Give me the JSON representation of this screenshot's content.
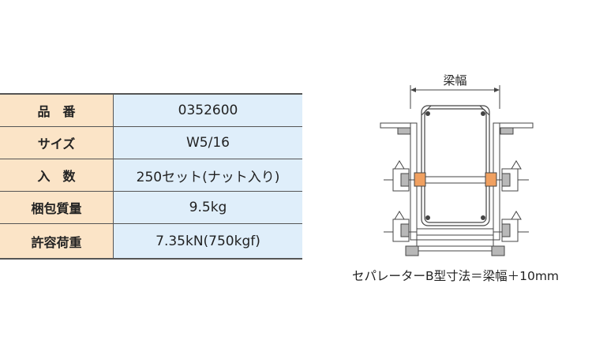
{
  "spec_table": {
    "rows": [
      {
        "label": "品　番",
        "value": "0352600"
      },
      {
        "label": "サイズ",
        "value": "W5/16"
      },
      {
        "label": "入　数",
        "value": "250セット(ナット入り)"
      },
      {
        "label": "梱包質量",
        "value": "9.5kg"
      },
      {
        "label": "許容荷重",
        "value": "7.35kN(750kgf)"
      }
    ],
    "label_bg": "#fbe4c7",
    "value_bg": "#dfeefa",
    "border_color": "#555555"
  },
  "diagram": {
    "width_label": "梁幅",
    "nut_color": "#f0a060",
    "formwork_color": "#b8b8b8",
    "line_color": "#444444"
  },
  "caption": "セパレーターB型寸法＝梁幅＋10mm"
}
